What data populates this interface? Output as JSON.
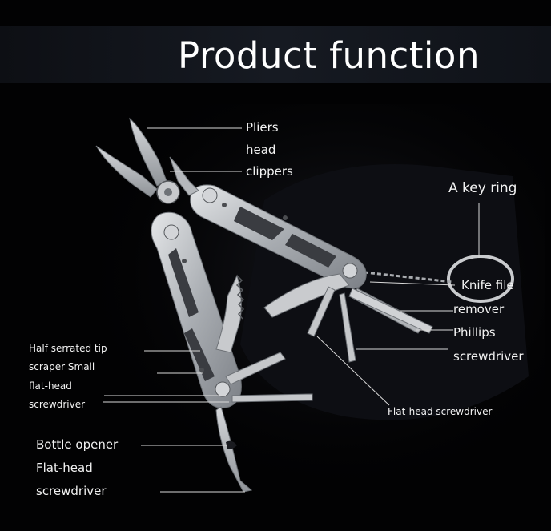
{
  "header": {
    "title": "Product function"
  },
  "labels": {
    "pliers_1": "Pliers",
    "pliers_2": "head",
    "pliers_3": "clippers",
    "key_ring": "A key ring",
    "knife_1": "Knife file",
    "knife_2": "remover",
    "phillips_1": "Phillips",
    "phillips_2": "screwdriver",
    "flathead_small": "Flat-head screwdriver",
    "serrated_1": "Half serrated tip",
    "serrated_2": "scraper Small",
    "serrated_3": "flat-head",
    "serrated_4": "screwdriver",
    "bottle_1": "Bottle opener",
    "bottle_2": "Flat-head",
    "bottle_3": "screwdriver"
  },
  "colors": {
    "background": "#020203",
    "title_band": "#161a22",
    "text": "#f2f2f2",
    "steel": "#b9bcc0",
    "leader_line": "#d8d8d8"
  }
}
